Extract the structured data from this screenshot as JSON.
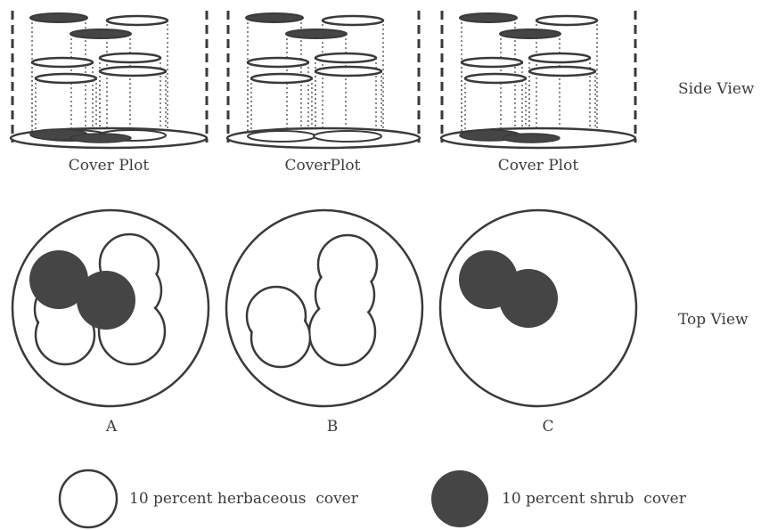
{
  "row_labels": {
    "side_view": "Side View",
    "top_view": "Top View"
  },
  "plot_captions": [
    "Cover Plot",
    "CoverPlot",
    "Cover Plot"
  ],
  "panel_letters": [
    "A",
    "B",
    "C"
  ],
  "legend": {
    "herbaceous": "10 percent herbaceous  cover",
    "shrub": "10 percent shrub  cover"
  },
  "colors": {
    "ink": "#3a3a3a",
    "shrub_fill": "#454545",
    "background": "#ffffff"
  }
}
